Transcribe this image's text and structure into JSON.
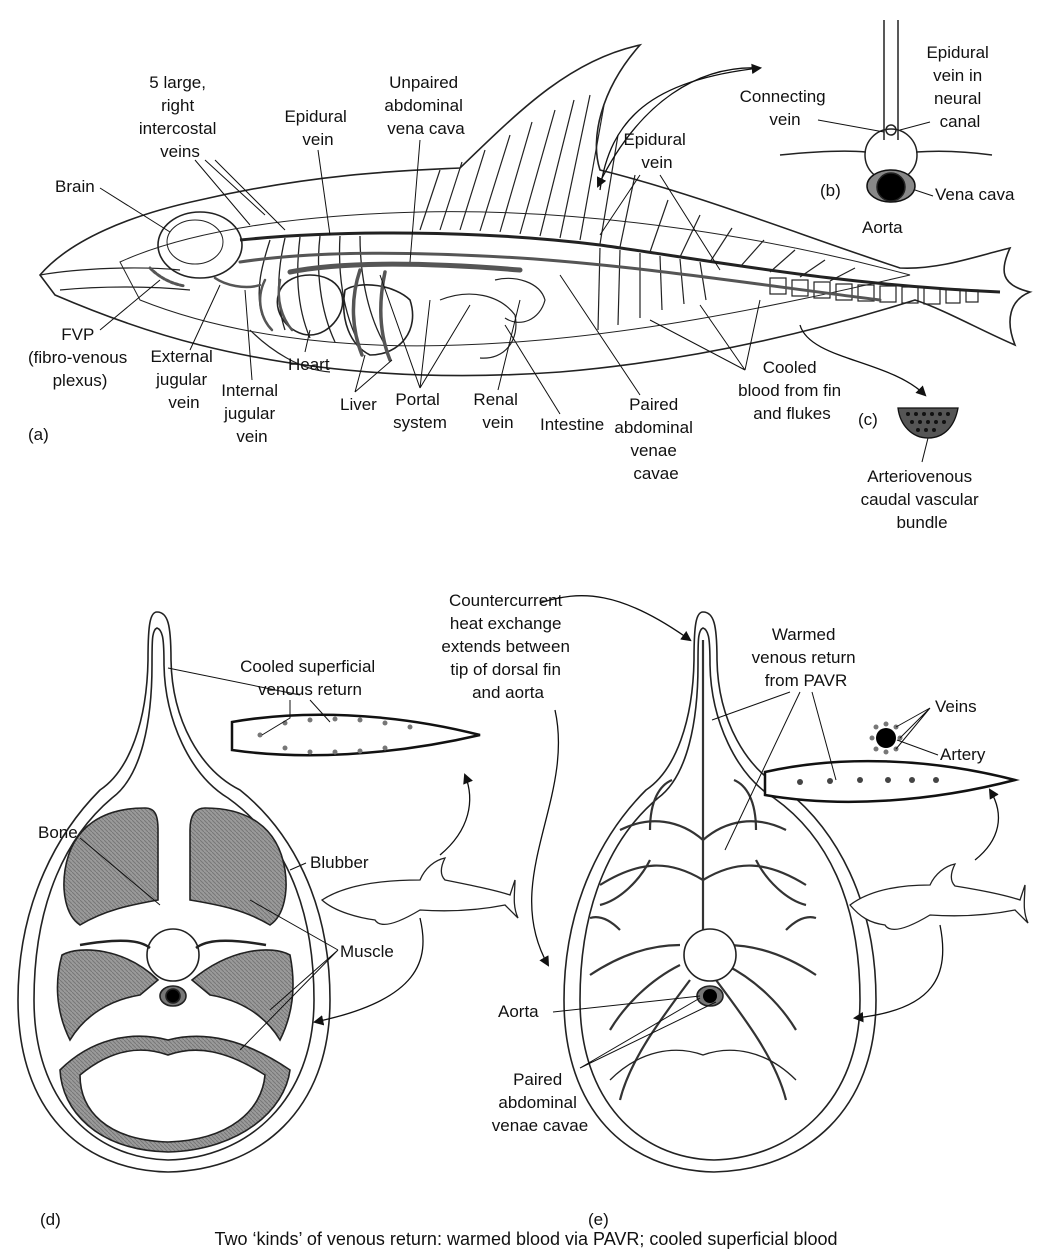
{
  "panel_labels": {
    "a": "(a)",
    "b": "(b)",
    "c": "(c)",
    "d": "(d)",
    "e": "(e)"
  },
  "panel_a": {
    "five_large_veins": [
      "5 large,",
      "right",
      "intercostal",
      "veins"
    ],
    "brain": "Brain",
    "epidural_vein_1": [
      "Epidural",
      "vein"
    ],
    "unpaired_vena_cava": [
      "Unpaired",
      "abdominal",
      "vena cava"
    ],
    "epidural_vein_2": [
      "Epidural",
      "vein"
    ],
    "fvp": [
      "FVP",
      "(fibro-venous",
      "plexus)"
    ],
    "external_jugular": [
      "External",
      "jugular",
      "vein"
    ],
    "internal_jugular": [
      "Internal",
      "jugular",
      "vein"
    ],
    "heart": "Heart",
    "liver": "Liver",
    "portal_system": [
      "Portal",
      "system"
    ],
    "renal_vein": [
      "Renal",
      "vein"
    ],
    "intestine": "Intestine",
    "paired_venae_cavae": [
      "Paired",
      "abdominal",
      "venae",
      "cavae"
    ],
    "cooled_blood_fin": [
      "Cooled",
      "blood from fin",
      "and flukes"
    ]
  },
  "panel_b": {
    "connecting_vein": [
      "Connecting",
      "vein"
    ],
    "epidural_vein_neural": [
      "Epidural",
      "vein in",
      "neural",
      "canal"
    ],
    "vena_cava": "Vena cava",
    "aorta": "Aorta"
  },
  "panel_c": {
    "bundle": [
      "Arteriovenous",
      "caudal vascular",
      "bundle"
    ]
  },
  "panel_d": {
    "cooled_superficial": [
      "Cooled superficial",
      "venous return"
    ],
    "bone": "Bone",
    "blubber": "Blubber",
    "muscle": "Muscle"
  },
  "panel_e": {
    "countercurrent": [
      "Countercurrent",
      "heat exchange",
      "extends between",
      "tip of dorsal fin",
      "and aorta"
    ],
    "warmed": [
      "Warmed",
      "venous return",
      "from PAVR"
    ],
    "veins": "Veins",
    "artery": "Artery",
    "aorta": "Aorta",
    "paired_venae_cavae": [
      "Paired",
      "abdominal",
      "venae cavae"
    ]
  },
  "caption": "Two ‘kinds’ of venous return: warmed blood via PAVR; cooled superficial blood",
  "colors": {
    "ink": "#111111",
    "muscle": "#8a8a8a",
    "outline": "#222222"
  }
}
